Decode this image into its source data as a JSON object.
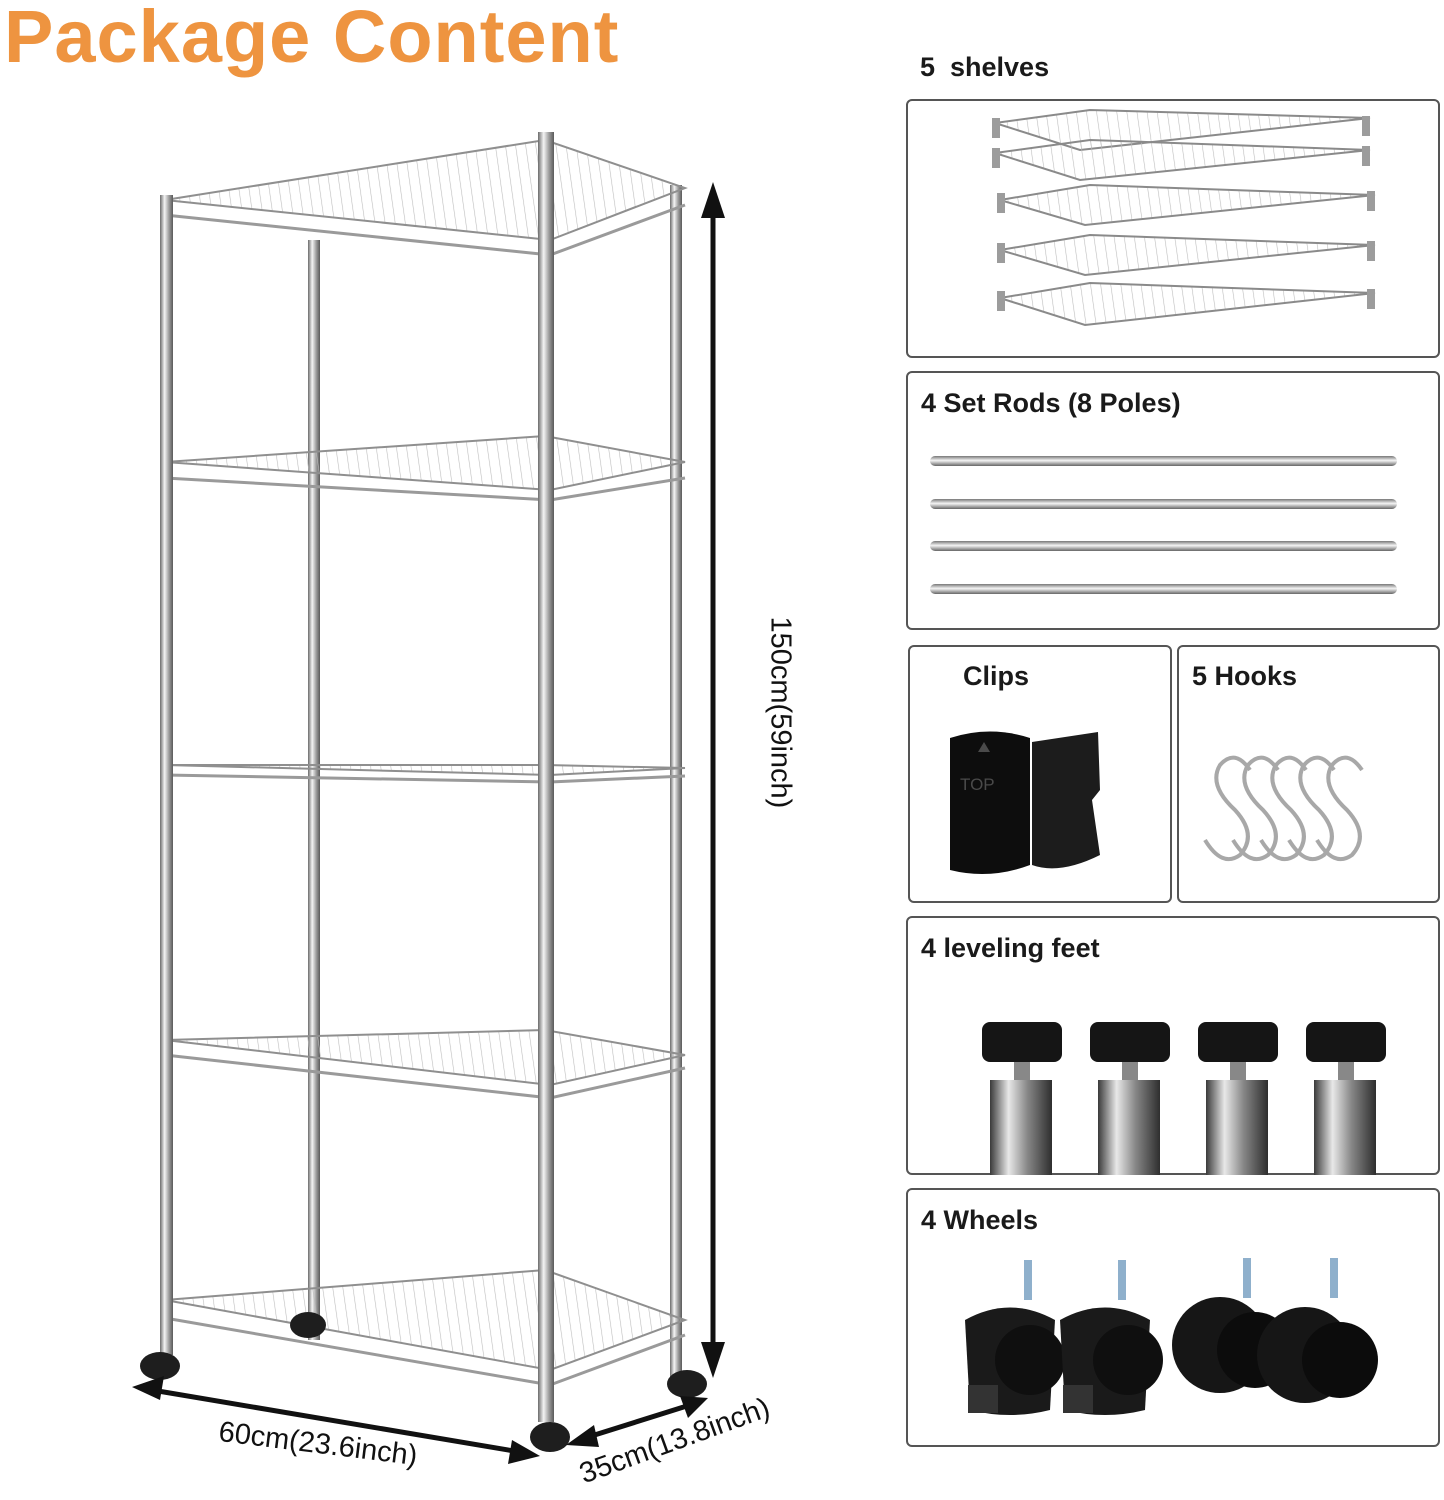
{
  "title": "Package Content",
  "dimensions": {
    "height": "150cm(59inch)",
    "width": "60cm(23.6inch)",
    "depth": "35cm(13.8inch)"
  },
  "items": {
    "shelves": "5  shelves",
    "rods": "4 Set Rods (8 Poles)",
    "clips": "Clips",
    "hooks": "5 Hooks",
    "feet": "4 leveling feet",
    "wheels": "4 Wheels"
  },
  "clip_marking": "TOP"
}
